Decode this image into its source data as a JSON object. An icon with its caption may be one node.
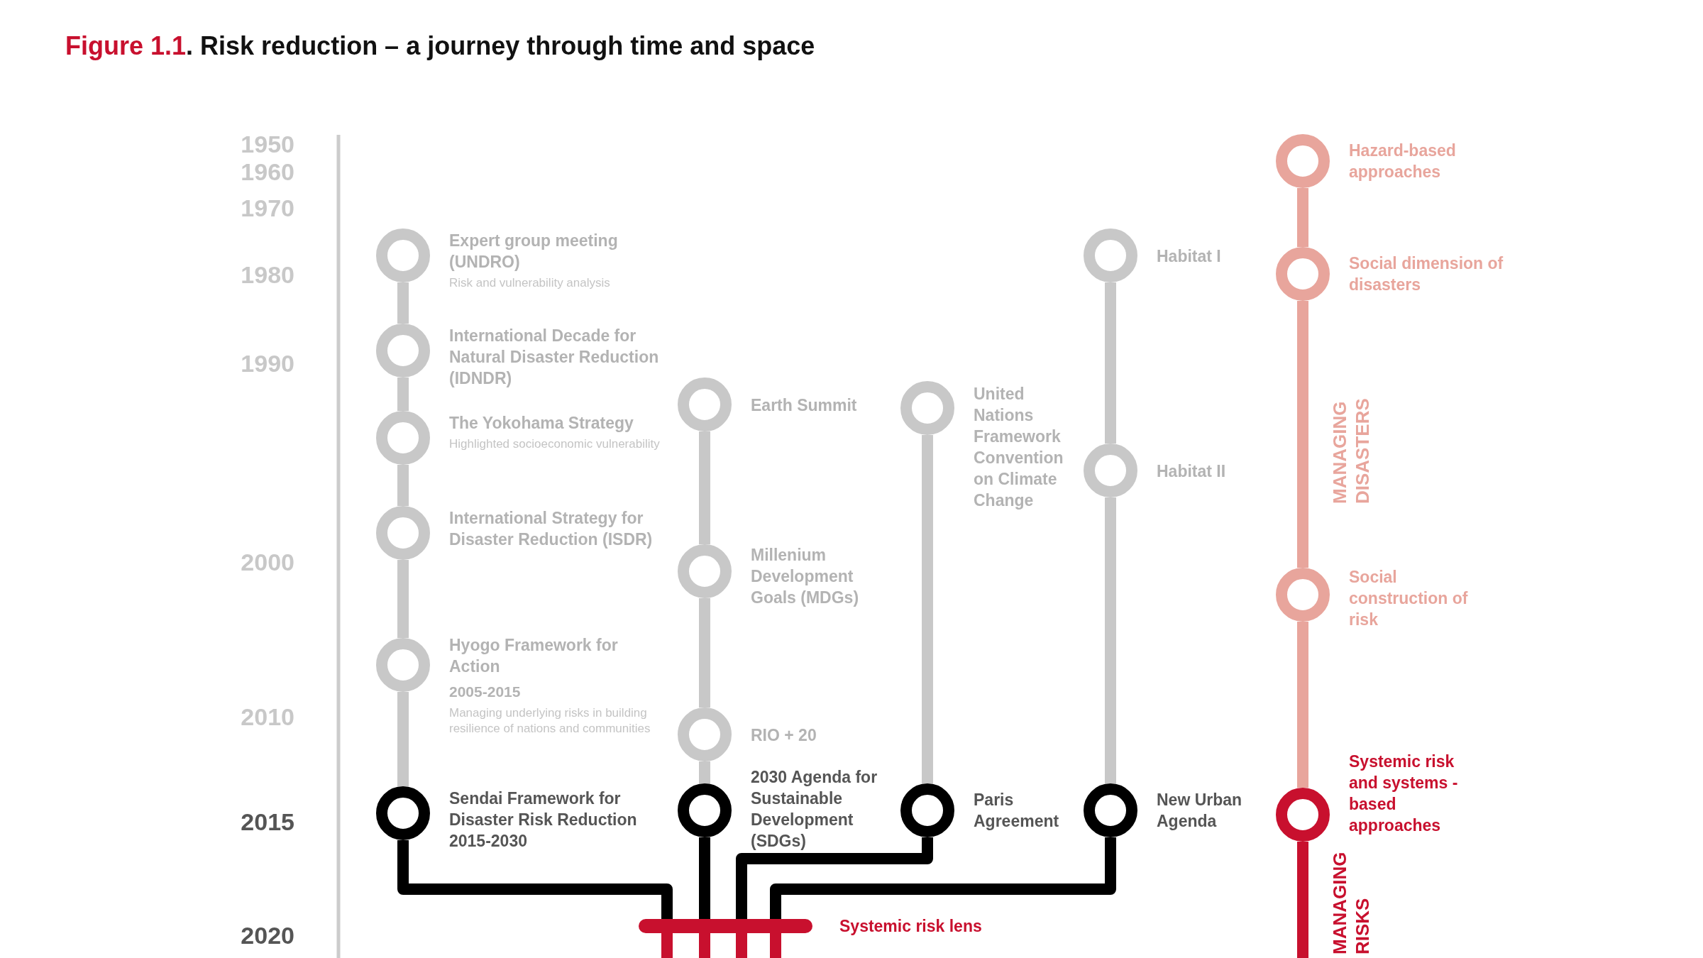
{
  "diagram": {
    "title": "Figure 1.1. Risk reduction – a journey through time and space",
    "nodes": [
      {
        "text": [],
        "shape": "circle",
        "beside": [
          "Expert group meeting (UNDRO)",
          "Risk and vulnerability analysis"
        ]
      },
      {
        "text": [],
        "shape": "circle",
        "beside": [
          "International Decade for Natural Disaster Reduction (IDNDR)"
        ]
      },
      {
        "text": [],
        "shape": "circle",
        "beside": [
          "The Yokohama Strategy",
          "Highlighted socioeconomic vulnerability"
        ]
      },
      {
        "text": [],
        "shape": "circle",
        "beside": [
          "International Strategy for Disaster Reduction (ISDR)"
        ]
      },
      {
        "text": [],
        "shape": "circle",
        "beside": [
          "Hyogo Framework for Action",
          "2005-2015",
          "Managing underlying risks in building resilience of nations and communities"
        ]
      },
      {
        "text": [],
        "shape": "circle",
        "beside": [
          "Sendai Framework for Disaster Risk Reduction 2015-2030"
        ]
      },
      {
        "text": [],
        "shape": "circle",
        "beside": [
          "Earth Summit"
        ]
      },
      {
        "text": [],
        "shape": "circle",
        "beside": [
          "Millenium Development Goals (MDGs)"
        ]
      },
      {
        "text": [],
        "shape": "circle",
        "beside": [
          "RIO + 20"
        ]
      },
      {
        "text": [],
        "shape": "circle",
        "beside": [
          "2030 Agenda for Sustainable Development (SDGs)"
        ]
      },
      {
        "text": [],
        "shape": "circle",
        "beside": [
          "United Nations Framework Convention on Climate Change"
        ]
      },
      {
        "text": [],
        "shape": "circle",
        "beside": [
          "Paris Agreement"
        ]
      },
      {
        "text": [],
        "shape": "circle",
        "beside": [
          "Habitat I"
        ]
      },
      {
        "text": [],
        "shape": "circle",
        "beside": [
          "Habitat II"
        ]
      },
      {
        "text": [],
        "shape": "circle",
        "beside": [
          "New Urban Agenda"
        ]
      },
      {
        "text": [],
        "shape": "circle",
        "beside": [
          "Hazard-based approaches"
        ]
      },
      {
        "text": [],
        "shape": "circle",
        "beside": [
          "Social dimension of disasters"
        ]
      },
      {
        "text": [],
        "shape": "circle",
        "beside": [
          "Social construction of risk"
        ]
      },
      {
        "text": [],
        "shape": "circle",
        "beside": [
          "Systemic risk and systems - based approaches"
        ]
      },
      {
        "text": [],
        "shape": "bar",
        "beside": [
          "Systemic risk lens"
        ]
      }
    ],
    "edges": [
      {
        "from": 0,
        "to": 1,
        "arrow": "none"
      },
      {
        "from": 1,
        "to": 2,
        "arrow": "none"
      },
      {
        "from": 2,
        "to": 3,
        "arrow": "none"
      },
      {
        "from": 3,
        "to": 4,
        "arrow": "none"
      },
      {
        "from": 4,
        "to": 5,
        "arrow": "none"
      },
      {
        "from": 6,
        "to": 7,
        "arrow": "none"
      },
      {
        "from": 7,
        "to": 8,
        "arrow": "none"
      },
      {
        "from": 8,
        "to": 9,
        "arrow": "none"
      },
      {
        "from": 10,
        "to": 11,
        "arrow": "none"
      },
      {
        "from": 12,
        "to": 13,
        "arrow": "none"
      },
      {
        "from": 13,
        "to": 14,
        "arrow": "none"
      },
      {
        "from": 15,
        "to": 16,
        "arrow": "none",
        "color": "#e8a59c"
      },
      {
        "from": 16,
        "to": 17,
        "arrow": "none",
        "color": "#e8a59c"
      },
      {
        "from": 17,
        "to": 18,
        "arrow": "none",
        "color": "#e8a59c"
      },
      {
        "from": 18,
        "to": null,
        "arrow": "none",
        "color": "#c8102e"
      },
      {
        "from": 5,
        "to": 19,
        "arrow": "none",
        "color": "#000000"
      },
      {
        "from": 9,
        "to": 19,
        "arrow": "none",
        "color": "#000000"
      },
      {
        "from": 11,
        "to": 19,
        "arrow": "none",
        "color": "#000000"
      },
      {
        "from": 14,
        "to": 19,
        "arrow": "none",
        "color": "#000000"
      },
      {
        "from": 19,
        "to": null,
        "arrow": "none",
        "color": "#c8102e"
      },
      {
        "from": 19,
        "to": null,
        "arrow": "none",
        "color": "#c8102e"
      },
      {
        "from": 19,
        "to": null,
        "arrow": "none",
        "color": "#c8102e"
      },
      {
        "from": 19,
        "to": null,
        "arrow": "none",
        "color": "#c8102e"
      }
    ],
    "labels": [
      "1950",
      "1960",
      "1970",
      "1980",
      "1990",
      "2000",
      "2010",
      "2015",
      "2020",
      "MANAGING DISASTERS",
      "MANAGING RISKS"
    ]
  }
}
